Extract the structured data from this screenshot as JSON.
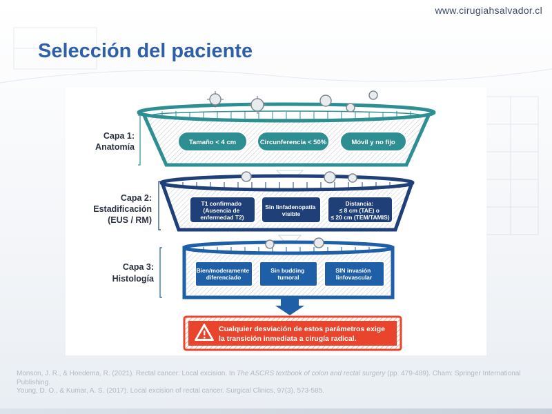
{
  "header": {
    "site_url": "www.cirugiahsalvador.cl",
    "title": "Selección del paciente"
  },
  "diagram": {
    "layers": [
      {
        "name": "Capa 1:",
        "topic": "Anatomía",
        "criteria": [
          "Tamaño < 4 cm",
          "Circunferencia < 50%",
          "Móvil y no fijo"
        ]
      },
      {
        "name": "Capa 2:",
        "topic": "Estadificación",
        "topic2": "(EUS / RM)",
        "criteria": [
          [
            "T1 confirmado",
            "(Ausencia de",
            "enfermedad T2)"
          ],
          [
            "Sin linfadenopatía",
            "visible"
          ],
          [
            "Distancia:",
            "≤ 8 cm (TAE) o",
            "≤ 20 cm (TEM/TAMIS)"
          ]
        ]
      },
      {
        "name": "Capa 3:",
        "topic": "Histología",
        "criteria": [
          [
            "Bien/moderamente",
            "diferenciado"
          ],
          [
            "Sin budding",
            "tumoral"
          ],
          [
            "SIN invasión",
            "linfovascular"
          ]
        ]
      }
    ],
    "warning": {
      "line1": "Cualquier desviación de estos parámetros exige",
      "line2": "la transición inmediata a cirugía radical."
    },
    "colors": {
      "layer1": "#2e8f93",
      "layer2": "#1f3f78",
      "layer3": "#1e5fa8",
      "warning": "#e8452c"
    }
  },
  "references": {
    "ref1_pre": "Monson, J. R., & Hoedema, R. (2021). Rectal cancer: Local excision. In ",
    "ref1_italic": "The ASCRS textbook of colon and rectal surgery",
    "ref1_post": " (pp. 479-489). Cham: Springer International Publishing.",
    "ref2": "Young, D. O., & Kumar, A. S. (2017). Local excision of rectal cancer. Surgical Clinics, 97(3), 573-585."
  }
}
